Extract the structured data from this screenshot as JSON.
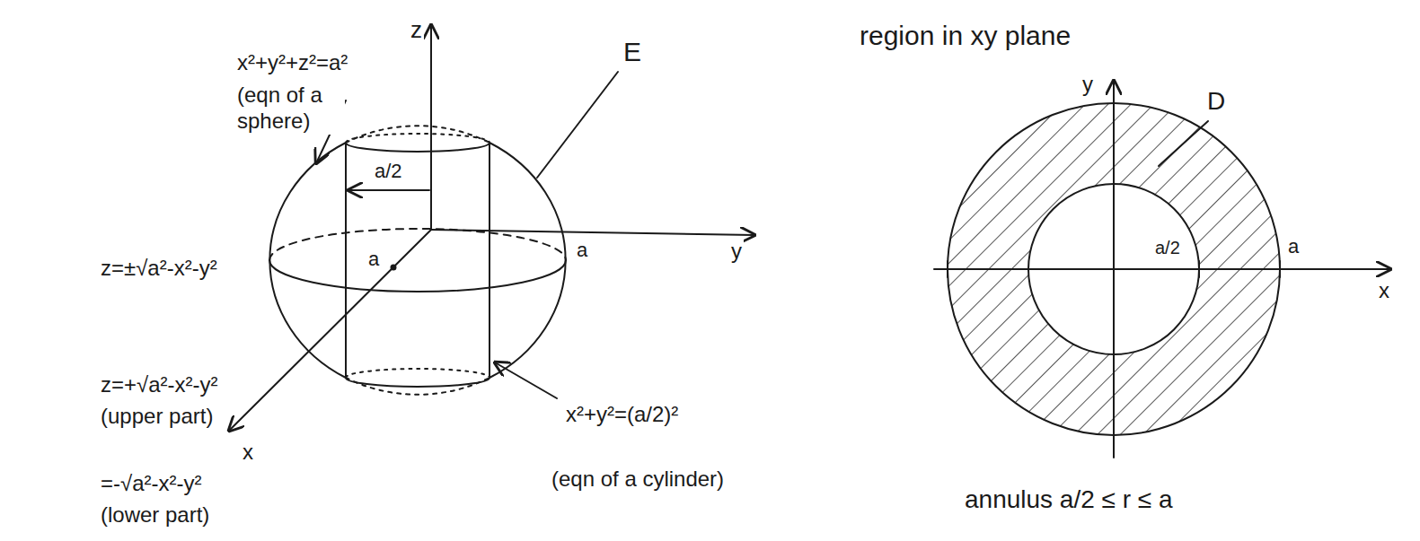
{
  "diagram": {
    "labels": [
      "z",
      "x²+y²+z²=a²",
      "(eqn of a sphere)",
      "a/2",
      "E",
      "z=±√a²-x²-y²",
      "a",
      "a",
      "y",
      "z=+√a²-x²-y²",
      "(upper part)",
      "=-√a²-x²-y²",
      "x",
      "(lower part)",
      "x²+y²=(a/2)²",
      "(eqn of a cylinder)",
      "region in xy plane",
      "y",
      "D",
      "a/2",
      "a",
      "x",
      "annulus a/2 ≤ r ≤ a"
    ]
  }
}
